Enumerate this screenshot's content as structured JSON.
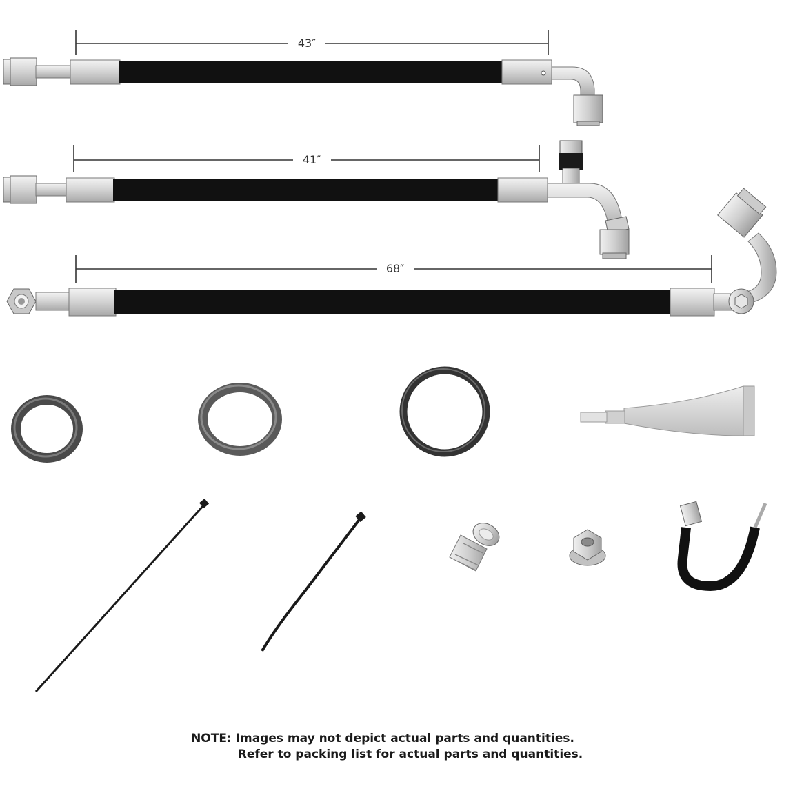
{
  "hoses": [
    {
      "length_label": "43″"
    },
    {
      "length_label": "41″"
    },
    {
      "length_label": "68″"
    }
  ],
  "note": {
    "line1": "NOTE: Images may not depict actual parts and quantities.",
    "line2": "Refer to packing list for actual parts and quantities."
  },
  "colors": {
    "hose": "#111111",
    "metal": "#dcdcdc",
    "oring": "#555555",
    "tube": "#d8d8d8"
  }
}
